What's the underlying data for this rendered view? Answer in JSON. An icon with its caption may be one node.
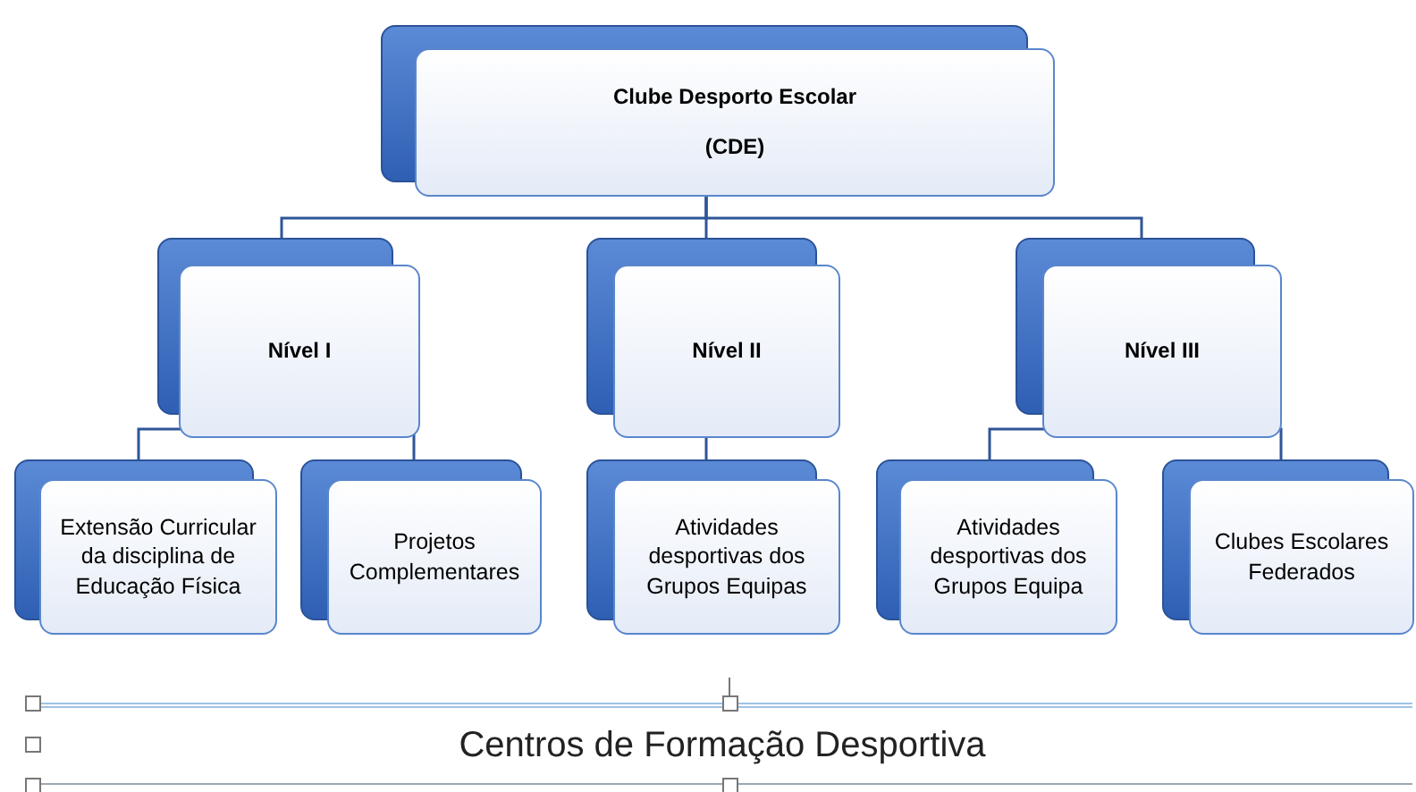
{
  "diagram": {
    "nodes": [
      {
        "text": [
          "Clube Desporto Escolar",
          "(CDE)"
        ]
      },
      {
        "text": [
          "Nível I"
        ]
      },
      {
        "text": [
          "Nível II"
        ]
      },
      {
        "text": [
          "Nível III"
        ]
      },
      {
        "text": [
          "Extensão Curricular da disciplina de Educação Física"
        ]
      },
      {
        "text": [
          "Projetos Complementares"
        ]
      },
      {
        "text": [
          "Atividades desportivas dos Grupos Equipas"
        ]
      },
      {
        "text": [
          "Atividades desportivas dos Grupos Equipa"
        ]
      },
      {
        "text": [
          "Clubes Escolares Federados"
        ]
      },
      {
        "text": [
          "Centros de Formação Desportiva"
        ]
      }
    ],
    "edges": [
      {
        "from": 0,
        "to": 1,
        "arrow": "none"
      },
      {
        "from": 0,
        "to": 2,
        "arrow": "none"
      },
      {
        "from": 0,
        "to": 3,
        "arrow": "none"
      },
      {
        "from": 1,
        "to": 4,
        "arrow": "none"
      },
      {
        "from": 1,
        "to": 5,
        "arrow": "none"
      },
      {
        "from": 2,
        "to": 6,
        "arrow": "none"
      },
      {
        "from": 3,
        "to": 7,
        "arrow": "none"
      },
      {
        "from": 3,
        "to": 8,
        "arrow": "none"
      }
    ]
  }
}
